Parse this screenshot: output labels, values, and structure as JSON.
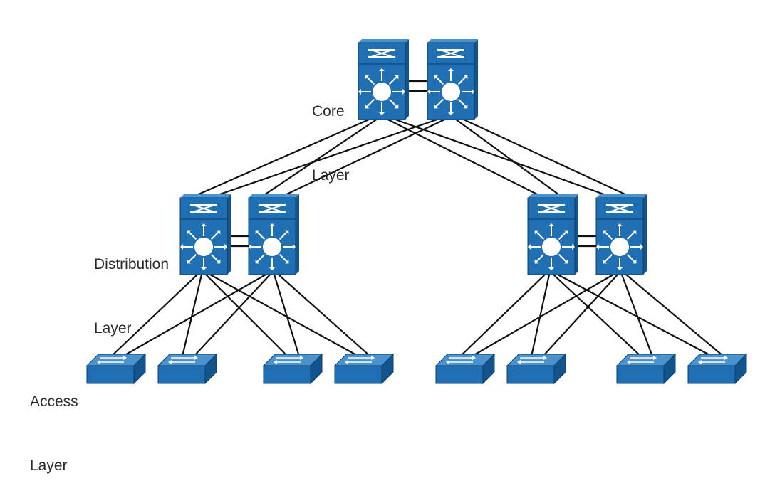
{
  "labels": {
    "core": [
      "Core",
      "Layer"
    ],
    "distribution": [
      "Distribution",
      "Layer"
    ],
    "access": [
      "Access",
      "Layer"
    ]
  },
  "colors": {
    "switch_face": "#1f6fb2",
    "switch_top": "#4b93cf",
    "switch_side": "#13548c",
    "links": "#111111",
    "text": "#2a2a2a"
  },
  "icons": {
    "multilayer_switch": "multilayer-switch-icon",
    "workgroup_switch": "workgroup-switch-icon"
  },
  "topology": {
    "core_switches": 2,
    "distribution_pairs": 2,
    "access_switches_per_pair": 4
  }
}
